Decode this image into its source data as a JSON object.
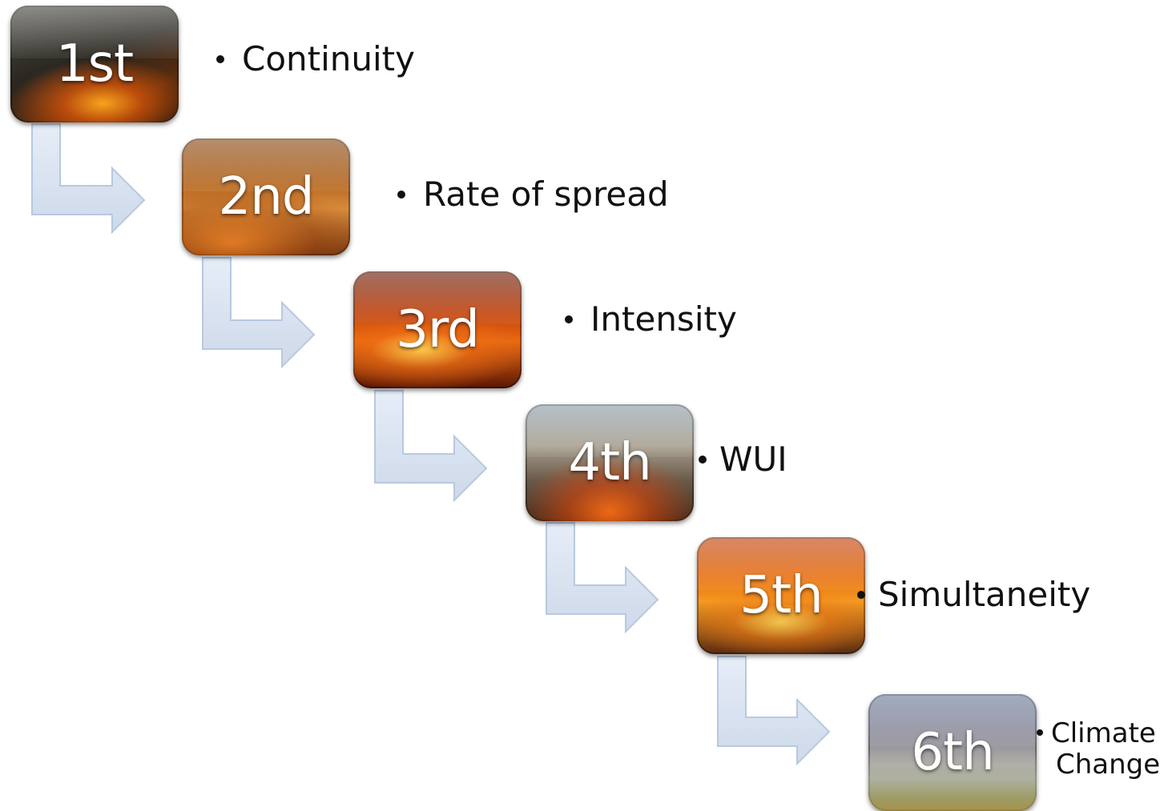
{
  "steps": [
    {
      "label": "1st",
      "description": "Continuity"
    },
    {
      "label": "2nd",
      "description": "Rate of spread"
    },
    {
      "label": "3rd",
      "description": "Intensity"
    },
    {
      "label": "4th",
      "description": "WUI"
    },
    {
      "label": "5th",
      "description": "Simultaneity"
    },
    {
      "label": "6th",
      "description_line1": "Climate",
      "description_line2": "Change"
    }
  ],
  "colors": {
    "arrow_fill": "#dbe5f2",
    "arrow_stroke": "#b8c9df",
    "text": "#111111",
    "label": "#ffffff"
  },
  "icons": {
    "connector": "bent-arrow-icon",
    "bullet": "bullet-dot-icon"
  }
}
